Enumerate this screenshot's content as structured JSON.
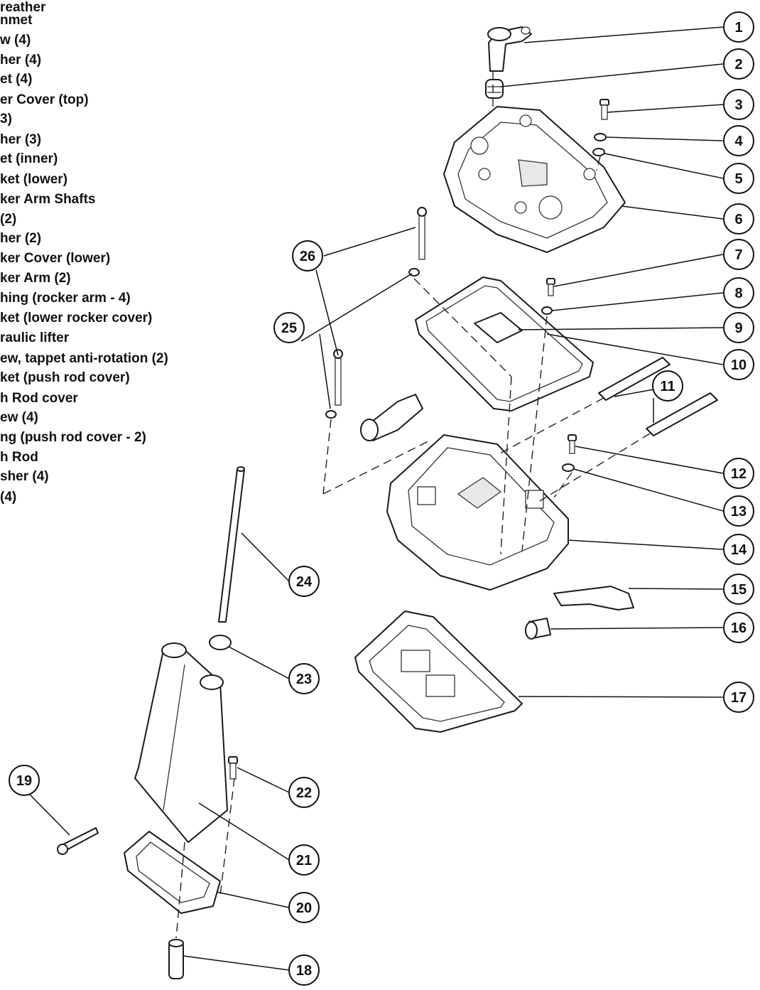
{
  "legend": [
    "…reather",
    "…met",
    "…w (4)",
    "…her (4)",
    "…et (4)",
    "…er Cover (top)",
    "…3)",
    "…her (3)",
    "…et (inner)",
    "…ket (lower)",
    "…ker Arm Shafts",
    "… (2)",
    "…her (2)",
    "…ker Cover (lower)",
    "…ker Arm (2)",
    "…hing (rocker arm - 4)",
    "…ket (lower rocker cover)",
    "…raulic lifter",
    "…ew, tappet anti-rotation (2)",
    "…ket (push rod cover)",
    "…h Rod cover",
    "…ew (4)",
    "…ng (push rod cover - 2)",
    "…h Rod",
    "…sher (4)",
    "… (4)"
  ],
  "legend_raw": [
    "reather",
    "nmet",
    "w (4)",
    "her (4)",
    "et (4)",
    "er Cover (top)",
    "3)",
    "her (3)",
    "et (inner)",
    "ket (lower)",
    "ker Arm Shafts",
    "(2)",
    "her (2)",
    "ker Cover (lower)",
    "ker Arm (2)",
    "hing (rocker arm - 4)",
    "ket (lower rocker cover)",
    "raulic lifter",
    "ew, tappet anti-rotation (2)",
    "ket (push rod cover)",
    "h Rod cover",
    "ew (4)",
    "ng (push rod cover - 2)",
    "h Rod",
    "sher (4)",
    "(4)"
  ],
  "callouts": [
    "1",
    "2",
    "3",
    "4",
    "5",
    "6",
    "7",
    "8",
    "9",
    "10",
    "11",
    "12",
    "13",
    "14",
    "15",
    "16",
    "17",
    "18",
    "19",
    "20",
    "21",
    "22",
    "23",
    "24",
    "25",
    "26"
  ]
}
